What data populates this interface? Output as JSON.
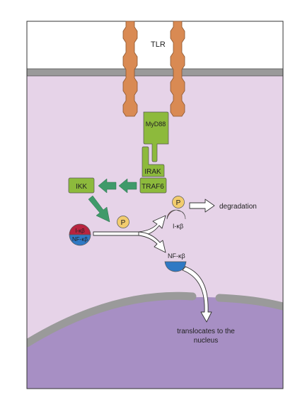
{
  "labels": {
    "tlr": "TLR",
    "myd88": "MyD88",
    "irak": "IRAK",
    "traf6": "TRAF6",
    "ikk": "IKK",
    "p_free": "P",
    "p_bound": "P",
    "ikb_complex": "I-κβ",
    "nfkb_complex": "NF-κβ",
    "ikb": "I-κβ",
    "nfkb": "NF-κβ",
    "degradation": "degradation",
    "translocate_line1": "translocates to the",
    "translocate_line2": "nucleus"
  },
  "colors": {
    "cytoplasm": "#e6d3e8",
    "membrane": "#9a9a9a",
    "nucleus": "#a78fc4",
    "nuclear_envelope": "#9a9a9a",
    "receptor": "#d98a53",
    "adaptor": "#8dba3c",
    "green_arrow": "#3f9a6a",
    "phosphate": "#f2cc6e",
    "ikb": "#b8243f",
    "nfkb": "#2f79c4",
    "arrow_white": "#ffffff",
    "outline": "#333333"
  }
}
